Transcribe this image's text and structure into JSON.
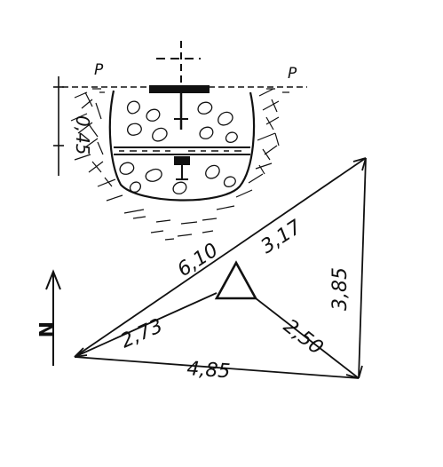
{
  "section": {
    "depth": "0,45",
    "left_marker": "P",
    "right_marker": "P"
  },
  "survey": {
    "distances": {
      "a": "6,10",
      "b": "3,17",
      "c": "2,73",
      "d": "2,50",
      "e": "3,85",
      "f": "4,85"
    },
    "north_label": "N"
  },
  "colors": {
    "ink": "#111111",
    "paper": "#ffffff"
  }
}
